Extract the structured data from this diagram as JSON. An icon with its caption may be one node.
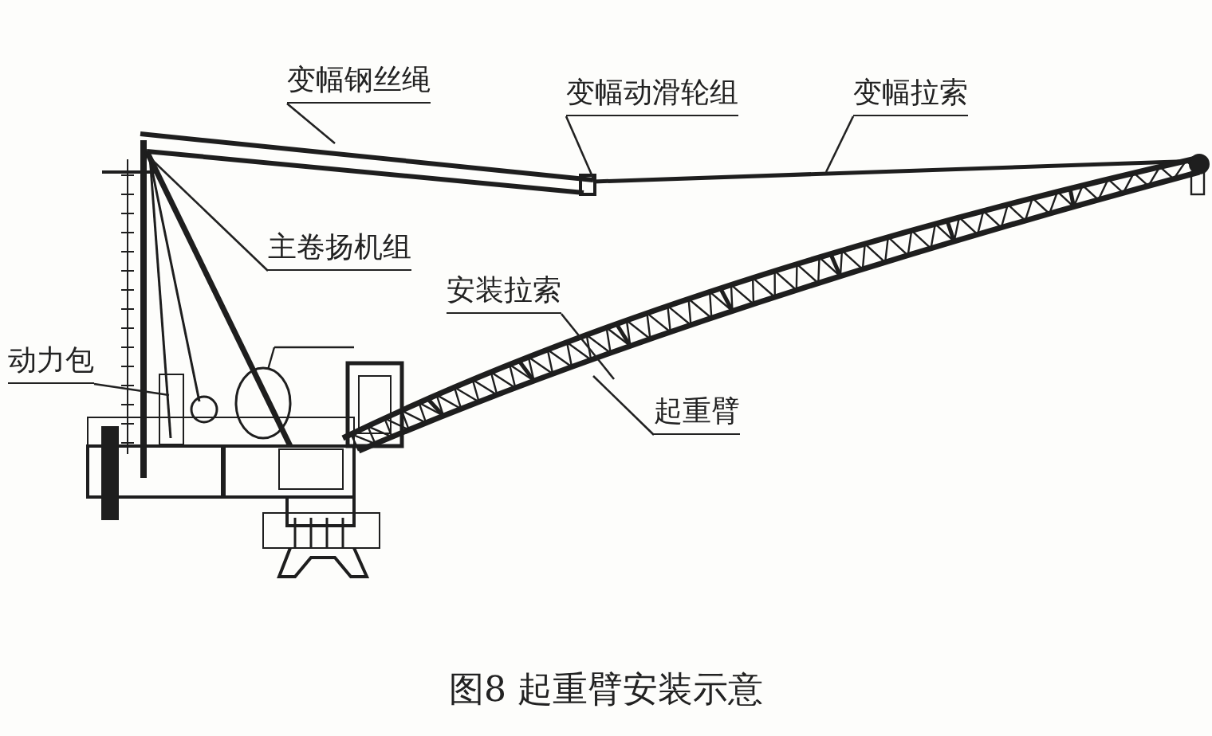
{
  "diagram": {
    "caption": "图8 起重臂安装示意",
    "nodes": [
      {
        "text": [
          "变幅钢丝绳"
        ]
      },
      {
        "text": [
          "变幅动滑轮组"
        ]
      },
      {
        "text": [
          "变幅拉索"
        ]
      },
      {
        "text": [
          "主卷扬机组"
        ]
      },
      {
        "text": [
          "安装拉索"
        ]
      },
      {
        "text": [
          "动力包"
        ]
      },
      {
        "text": [
          "起重臂"
        ]
      }
    ],
    "edges": [
      {
        "from": 0,
        "to": null,
        "arrow": "none"
      },
      {
        "from": 1,
        "to": null,
        "arrow": "none"
      },
      {
        "from": 2,
        "to": null,
        "arrow": "none"
      },
      {
        "from": 3,
        "to": null,
        "arrow": "none"
      },
      {
        "from": 4,
        "to": null,
        "arrow": "none"
      },
      {
        "from": 5,
        "to": null,
        "arrow": "none"
      },
      {
        "from": 6,
        "to": null,
        "arrow": "none"
      }
    ]
  }
}
